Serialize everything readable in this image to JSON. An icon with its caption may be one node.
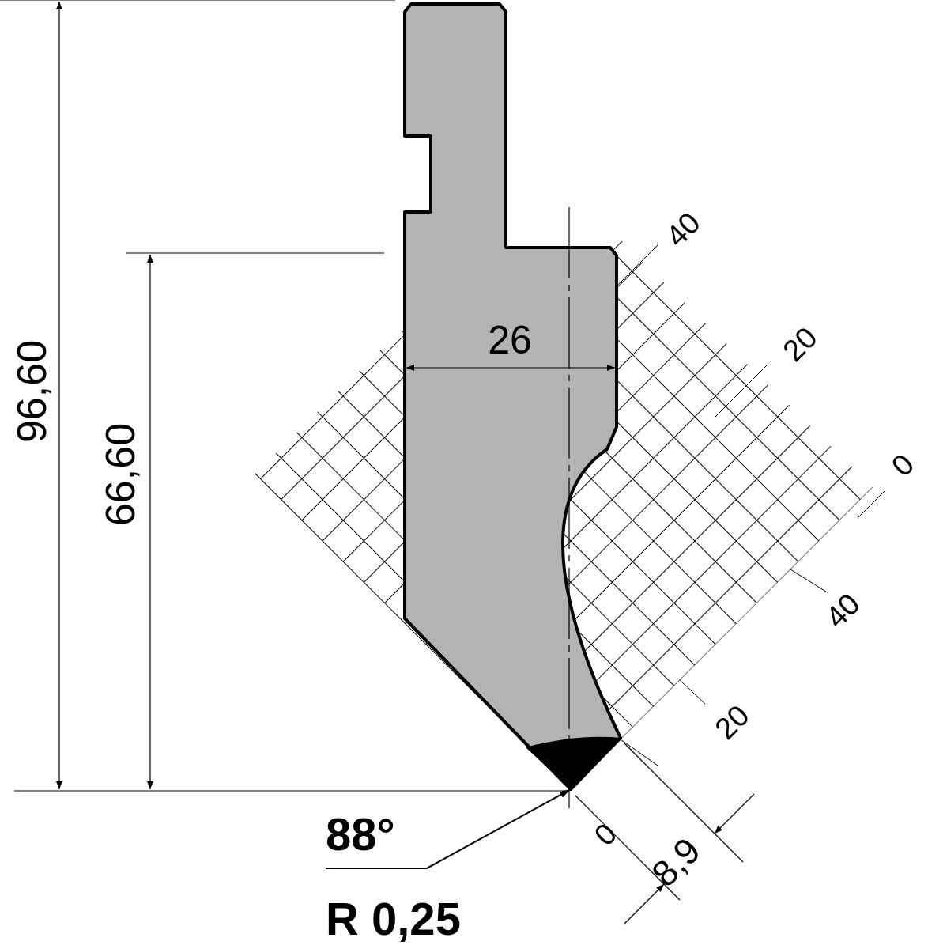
{
  "diagram": {
    "nodes": [
      {
        "text": [
          "88°",
          "R 0,25"
        ]
      },
      {
        "text": [],
        "shape": "triangle"
      }
    ],
    "edges": [
      {
        "from": 0,
        "to": 1,
        "arrow": "to"
      }
    ],
    "labels": [
      "96,60",
      "66,60",
      "26",
      "40",
      "20",
      "0",
      "40",
      "20",
      "0",
      "8,9"
    ]
  }
}
